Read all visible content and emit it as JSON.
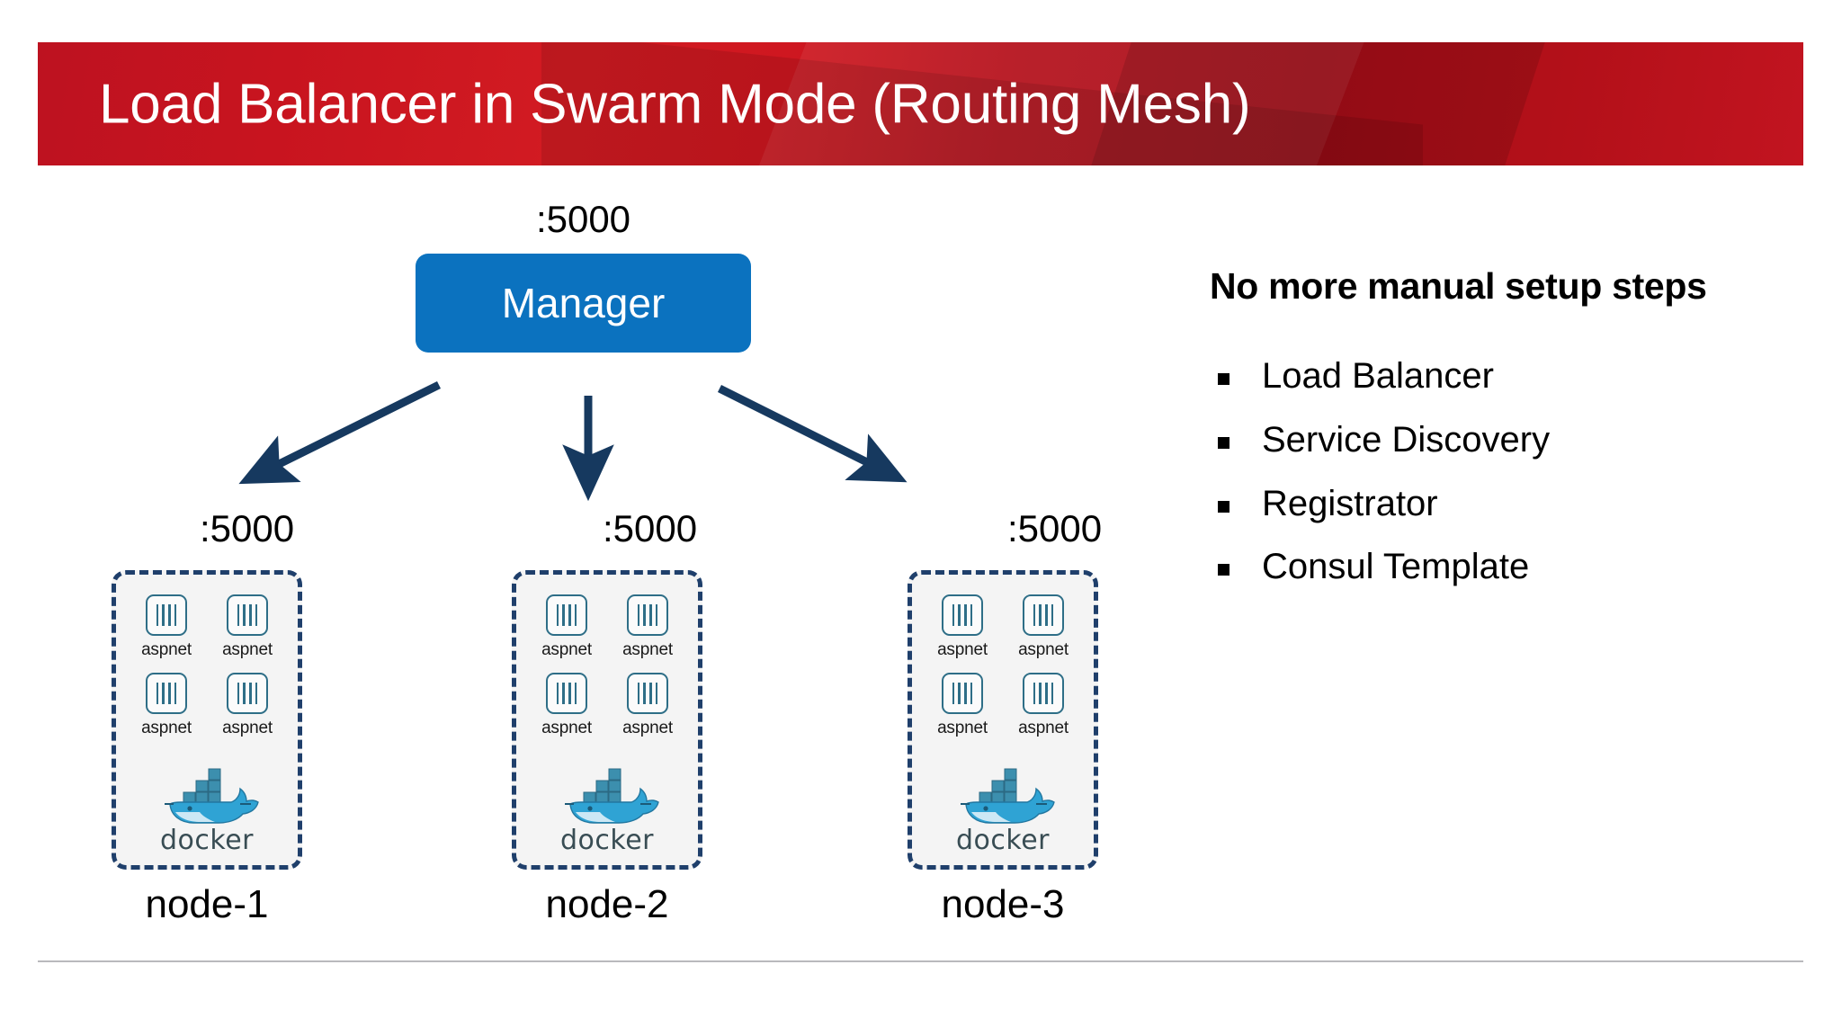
{
  "slide": {
    "title": "Load Balancer in Swarm Mode (Routing Mesh)",
    "title_bar_color": "#c0141f",
    "background_color": "#ffffff",
    "divider_color": "#b9b9bd"
  },
  "diagram": {
    "manager": {
      "label": "Manager",
      "port": ":5000",
      "box_color": "#0b72bf",
      "text_color": "#ffffff"
    },
    "arrows": {
      "color": "#16395f",
      "count": 3,
      "descriptions": [
        "manager-to-node-1-arrow",
        "manager-to-node-2-arrow",
        "manager-to-node-3-arrow"
      ]
    },
    "nodes": [
      {
        "name": "node-1",
        "port": ":5000",
        "border_color": "#1f3f6b",
        "fill_color": "#f4f4f4",
        "containers": [
          "aspnet",
          "aspnet",
          "aspnet",
          "aspnet"
        ],
        "logo_text": "docker"
      },
      {
        "name": "node-2",
        "port": ":5000",
        "border_color": "#1f3f6b",
        "fill_color": "#f4f4f4",
        "containers": [
          "aspnet",
          "aspnet",
          "aspnet",
          "aspnet"
        ],
        "logo_text": "docker"
      },
      {
        "name": "node-3",
        "port": ":5000",
        "border_color": "#1f3f6b",
        "fill_color": "#f4f4f4",
        "containers": [
          "aspnet",
          "aspnet",
          "aspnet",
          "aspnet"
        ],
        "logo_text": "docker"
      }
    ]
  },
  "right_panel": {
    "heading": "No more manual setup steps",
    "bullets": [
      "Load Balancer",
      "Service Discovery",
      "Registrator",
      "Consul Template"
    ]
  }
}
